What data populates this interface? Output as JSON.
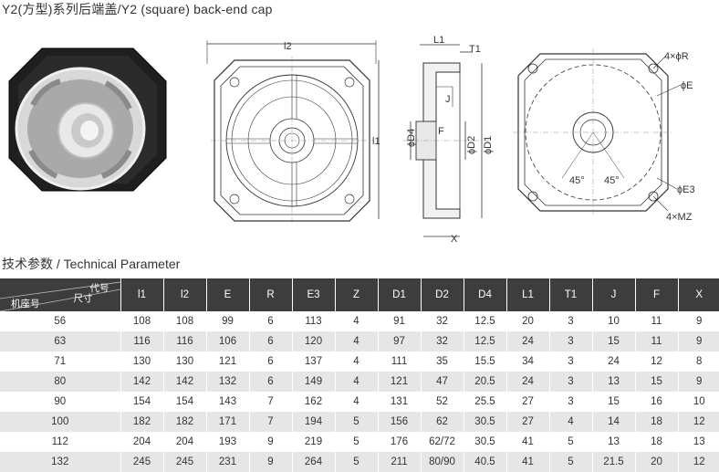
{
  "title": "Y2(方型)系列后端盖/Y2 (square) back-end cap",
  "section_label": "技术参数 / Technical Parameter",
  "drawing_labels": {
    "front": {
      "l2": "l2",
      "l1": "l1"
    },
    "side": {
      "L1": "L1",
      "T1": "T1",
      "J": "J",
      "F": "F",
      "D4": "ϕD4",
      "D2": "ϕD2",
      "D1": "ϕD1",
      "X": "X"
    },
    "back": {
      "R": "4×ϕR",
      "E": "ϕE",
      "E3": "ϕE3",
      "MZ": "4×MZ",
      "angle_left": "45°",
      "angle_right": "45°"
    }
  },
  "table": {
    "corner": {
      "top": "代号",
      "mid": "尺寸",
      "bottom": "机座号"
    },
    "columns": [
      "l1",
      "l2",
      "E",
      "R",
      "E3",
      "Z",
      "D1",
      "D2",
      "D4",
      "L1",
      "T1",
      "J",
      "F",
      "X"
    ],
    "rows": [
      [
        "56",
        "108",
        "108",
        "99",
        "6",
        "113",
        "4",
        "91",
        "32",
        "12.5",
        "20",
        "3",
        "10",
        "11",
        "9"
      ],
      [
        "63",
        "116",
        "116",
        "106",
        "6",
        "120",
        "4",
        "97",
        "32",
        "12.5",
        "24",
        "3",
        "15",
        "11",
        "9"
      ],
      [
        "71",
        "130",
        "130",
        "121",
        "6",
        "137",
        "4",
        "111",
        "35",
        "15.5",
        "34",
        "3",
        "24",
        "12",
        "8"
      ],
      [
        "80",
        "142",
        "142",
        "132",
        "6",
        "149",
        "4",
        "121",
        "47",
        "20.5",
        "24",
        "3",
        "13",
        "15",
        "9"
      ],
      [
        "90",
        "154",
        "154",
        "143",
        "7",
        "162",
        "4",
        "131",
        "52",
        "25.5",
        "27",
        "3",
        "15",
        "16",
        "10"
      ],
      [
        "100",
        "182",
        "182",
        "171",
        "7",
        "194",
        "5",
        "156",
        "62",
        "30.5",
        "27",
        "4",
        "14",
        "18",
        "12"
      ],
      [
        "112",
        "204",
        "204",
        "193",
        "9",
        "219",
        "5",
        "176",
        "62/72",
        "30.5",
        "41",
        "5",
        "13",
        "18",
        "13"
      ],
      [
        "132",
        "245",
        "245",
        "231",
        "9",
        "264",
        "5",
        "211",
        "80/90",
        "40.5",
        "41",
        "5",
        "21.5",
        "20",
        "12"
      ]
    ]
  }
}
